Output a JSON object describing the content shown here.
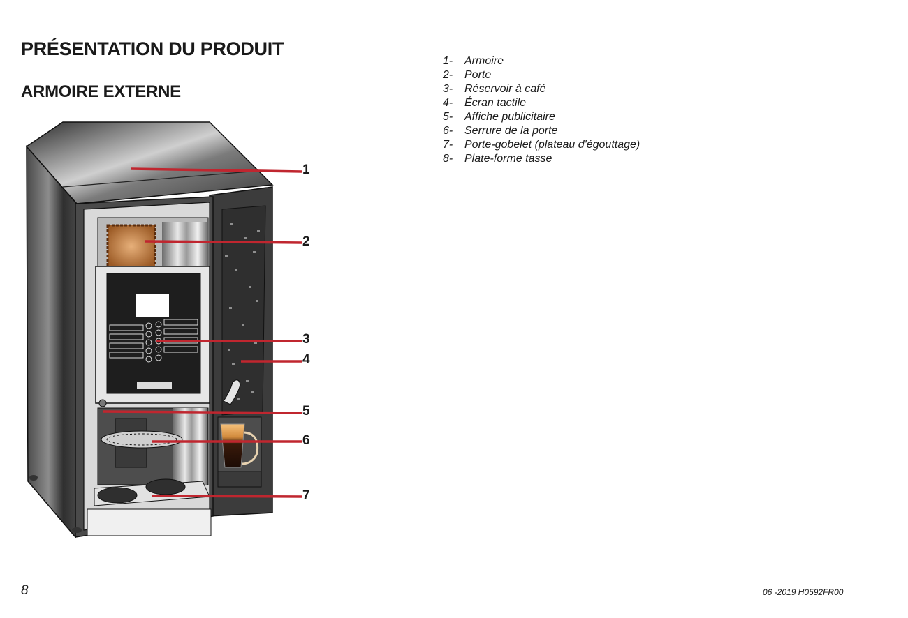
{
  "page": {
    "title": "PRÉSENTATION DU PRODUIT",
    "subtitle": "ARMOIRE EXTERNE",
    "page_number": "8",
    "doc_code": "06 -2019 H0592FR00"
  },
  "legend": [
    {
      "num": "1-",
      "label": "Armoire"
    },
    {
      "num": "2-",
      "label": "Porte"
    },
    {
      "num": "3-",
      "label": "Réservoir à café"
    },
    {
      "num": "4-",
      "label": "Écran tactile"
    },
    {
      "num": "5-",
      "label": "Affiche publicitaire"
    },
    {
      "num": "6-",
      "label": "Serrure de la porte"
    },
    {
      "num": "7-",
      "label": "Porte-gobelet (plateau d'égouttage)"
    },
    {
      "num": "8-",
      "label": "Plate-forme tasse"
    }
  ],
  "callouts": [
    "1",
    "2",
    "3",
    "4",
    "5",
    "6",
    "7"
  ],
  "colors": {
    "callout_line": "#c0262f",
    "cabinet": "#3a3a3a",
    "text": "#1a1a1a"
  }
}
